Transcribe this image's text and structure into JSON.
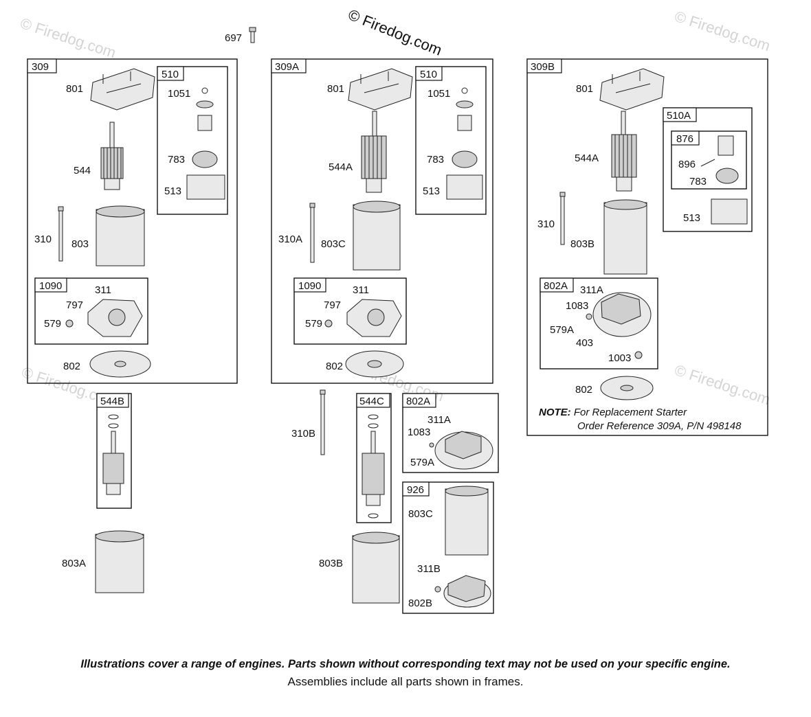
{
  "watermark": {
    "main": "© Firedog.com",
    "faint": "© Firedog.com"
  },
  "standalone_part": "697",
  "frames": {
    "f309": "309",
    "f510a": "510",
    "f1090a": "1090",
    "f544b": "544B",
    "f309a": "309A",
    "f510b": "510",
    "f1090b": "1090",
    "f544c": "544C",
    "f802a_mid": "802A",
    "f926": "926",
    "f309b": "309B",
    "f510a_r": "510A",
    "f876": "876",
    "f802a_r": "802A"
  },
  "labels": {
    "a801": "801",
    "a544": "544",
    "a310": "310",
    "a803": "803",
    "a311": "311",
    "a797": "797",
    "a579": "579",
    "a802": "802",
    "a1051": "1051",
    "a783": "783",
    "a513": "513",
    "b544b_label": "803A",
    "c801": "801",
    "c544a": "544A",
    "c310a": "310A",
    "c803c": "803C",
    "c311": "311",
    "c797": "797",
    "c579": "579",
    "c802": "802",
    "c1051": "1051",
    "c783": "783",
    "c513": "513",
    "d310b": "310B",
    "d803b": "803B",
    "d311a": "311A",
    "d1083": "1083",
    "d579a": "579A",
    "d803c": "803C",
    "d311b": "311B",
    "d802b": "802B",
    "e801": "801",
    "e544a": "544A",
    "e310": "310",
    "e803b": "803B",
    "e311a": "311A",
    "e1083": "1083",
    "e579a": "579A",
    "e403": "403",
    "e1003": "1003",
    "e802": "802",
    "e896": "896",
    "e783": "783",
    "e513": "513"
  },
  "note": {
    "prefix": "NOTE:",
    "line1": "For Replacement Starter",
    "line2": "Order Reference 309A, P/N 498148"
  },
  "footer": {
    "line1": "Illustrations cover a range of engines. Parts shown without corresponding text may not be used on your specific engine.",
    "line2": "Assemblies include all parts shown in frames."
  }
}
